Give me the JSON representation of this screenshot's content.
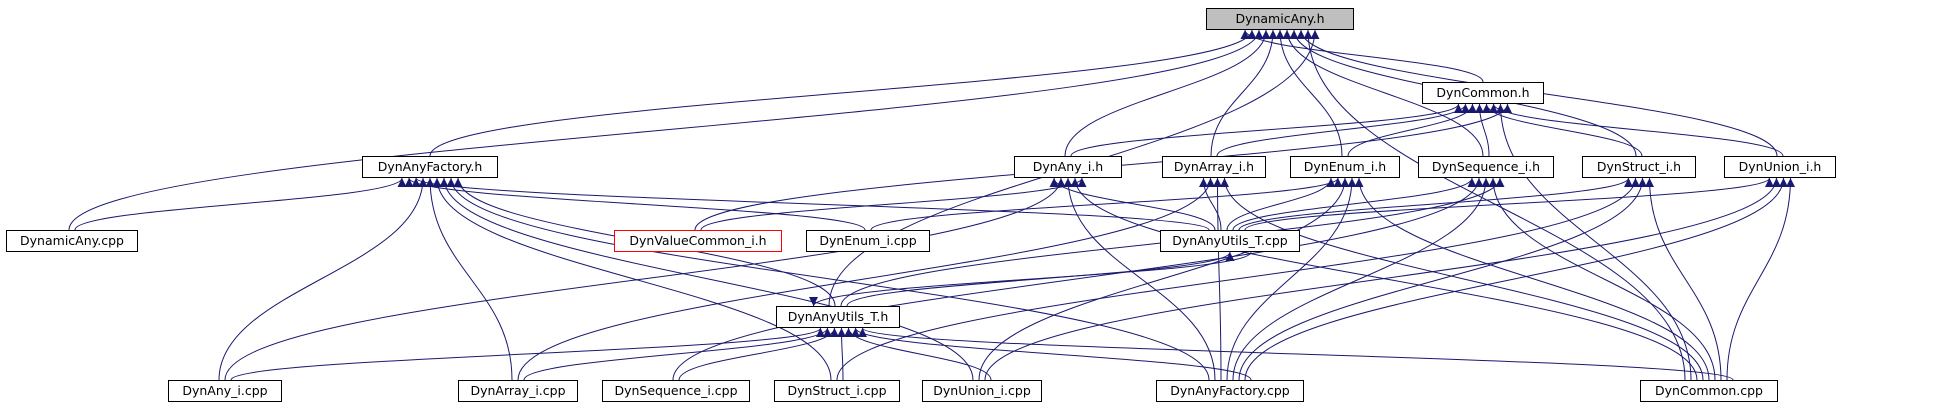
{
  "colors": {
    "edge": "#191970",
    "node_border": "#000000",
    "root_fill": "#bfbfbf",
    "incomplete_border": "#ff0000"
  },
  "nodes": [
    {
      "id": "dynamicany_h",
      "label": "DynamicAny.h",
      "root": true
    },
    {
      "id": "dyncommon_h",
      "label": "DynCommon.h"
    },
    {
      "id": "dynanyfactory_h",
      "label": "DynAnyFactory.h"
    },
    {
      "id": "dynany_i_h",
      "label": "DynAny_i.h"
    },
    {
      "id": "dynarray_i_h",
      "label": "DynArray_i.h"
    },
    {
      "id": "dynenum_i_h",
      "label": "DynEnum_i.h"
    },
    {
      "id": "dynsequence_i_h",
      "label": "DynSequence_i.h"
    },
    {
      "id": "dynstruct_i_h",
      "label": "DynStruct_i.h"
    },
    {
      "id": "dynunion_i_h",
      "label": "DynUnion_i.h"
    },
    {
      "id": "dynamicany_cpp",
      "label": "DynamicAny.cpp"
    },
    {
      "id": "dynvaluecommon_i_h",
      "label": "DynValueCommon_i.h",
      "incomplete": true
    },
    {
      "id": "dynenum_i_cpp",
      "label": "DynEnum_i.cpp"
    },
    {
      "id": "dynanyutils_t_cpp",
      "label": "DynAnyUtils_T.cpp"
    },
    {
      "id": "dynanyutils_t_h",
      "label": "DynAnyUtils_T.h"
    },
    {
      "id": "dynany_i_cpp",
      "label": "DynAny_i.cpp"
    },
    {
      "id": "dynarray_i_cpp",
      "label": "DynArray_i.cpp"
    },
    {
      "id": "dynsequence_i_cpp",
      "label": "DynSequence_i.cpp"
    },
    {
      "id": "dynstruct_i_cpp",
      "label": "DynStruct_i.cpp"
    },
    {
      "id": "dynunion_i_cpp",
      "label": "DynUnion_i.cpp"
    },
    {
      "id": "dynanyfactory_cpp",
      "label": "DynAnyFactory.cpp"
    },
    {
      "id": "dyncommon_cpp",
      "label": "DynCommon.cpp"
    }
  ],
  "edges": [
    [
      "dyncommon_h",
      "dynamicany_h"
    ],
    [
      "dynanyfactory_h",
      "dynamicany_h"
    ],
    [
      "dynamicany_cpp",
      "dynamicany_h"
    ],
    [
      "dynany_i_h",
      "dynamicany_h"
    ],
    [
      "dynarray_i_h",
      "dynamicany_h"
    ],
    [
      "dynenum_i_h",
      "dynamicany_h"
    ],
    [
      "dynsequence_i_h",
      "dynamicany_h"
    ],
    [
      "dynstruct_i_h",
      "dynamicany_h"
    ],
    [
      "dynunion_i_h",
      "dynamicany_h"
    ],
    [
      "dyncommon_cpp",
      "dynamicany_h"
    ],
    [
      "dynanyutils_t_h",
      "dynamicany_h"
    ],
    [
      "dynany_i_h",
      "dyncommon_h"
    ],
    [
      "dynarray_i_h",
      "dyncommon_h"
    ],
    [
      "dynenum_i_h",
      "dyncommon_h"
    ],
    [
      "dynsequence_i_h",
      "dyncommon_h"
    ],
    [
      "dynstruct_i_h",
      "dyncommon_h"
    ],
    [
      "dynunion_i_h",
      "dyncommon_h"
    ],
    [
      "dyncommon_cpp",
      "dyncommon_h"
    ],
    [
      "dynvaluecommon_i_h",
      "dyncommon_h"
    ],
    [
      "dynamicany_cpp",
      "dynanyfactory_h"
    ],
    [
      "dynenum_i_cpp",
      "dynanyfactory_h"
    ],
    [
      "dynanyutils_t_cpp",
      "dynanyfactory_h"
    ],
    [
      "dynany_i_cpp",
      "dynanyfactory_h"
    ],
    [
      "dynarray_i_cpp",
      "dynanyfactory_h"
    ],
    [
      "dynstruct_i_cpp",
      "dynanyfactory_h"
    ],
    [
      "dynunion_i_cpp",
      "dynanyfactory_h"
    ],
    [
      "dynanyfactory_cpp",
      "dynanyfactory_h"
    ],
    [
      "dynanyutils_t_h",
      "dynanyfactory_h"
    ],
    [
      "dynanyutils_t_cpp",
      "dynany_i_h"
    ],
    [
      "dynany_i_cpp",
      "dynany_i_h"
    ],
    [
      "dynanyfactory_cpp",
      "dynany_i_h"
    ],
    [
      "dyncommon_cpp",
      "dynany_i_h"
    ],
    [
      "dynvaluecommon_i_h",
      "dynany_i_h"
    ],
    [
      "dynanyutils_t_cpp",
      "dynarray_i_h"
    ],
    [
      "dynarray_i_cpp",
      "dynarray_i_h"
    ],
    [
      "dynanyfactory_cpp",
      "dynarray_i_h"
    ],
    [
      "dyncommon_cpp",
      "dynarray_i_h"
    ],
    [
      "dynanyutils_t_cpp",
      "dynenum_i_h"
    ],
    [
      "dynenum_i_cpp",
      "dynenum_i_h"
    ],
    [
      "dynunion_i_cpp",
      "dynenum_i_h"
    ],
    [
      "dynanyfactory_cpp",
      "dynenum_i_h"
    ],
    [
      "dyncommon_cpp",
      "dynenum_i_h"
    ],
    [
      "dynanyutils_t_cpp",
      "dynsequence_i_h"
    ],
    [
      "dynsequence_i_cpp",
      "dynsequence_i_h"
    ],
    [
      "dynanyfactory_cpp",
      "dynsequence_i_h"
    ],
    [
      "dyncommon_cpp",
      "dynsequence_i_h"
    ],
    [
      "dynanyutils_t_h",
      "dynsequence_i_h"
    ],
    [
      "dynanyutils_t_cpp",
      "dynstruct_i_h"
    ],
    [
      "dynstruct_i_cpp",
      "dynstruct_i_h"
    ],
    [
      "dynanyfactory_cpp",
      "dynstruct_i_h"
    ],
    [
      "dyncommon_cpp",
      "dynstruct_i_h"
    ],
    [
      "dynanyutils_t_cpp",
      "dynunion_i_h"
    ],
    [
      "dynunion_i_cpp",
      "dynunion_i_h"
    ],
    [
      "dynanyfactory_cpp",
      "dynunion_i_h"
    ],
    [
      "dyncommon_cpp",
      "dynunion_i_h"
    ],
    [
      "dynanyutils_t_h",
      "dynanyutils_t_cpp"
    ],
    [
      "dynanyutils_t_cpp",
      "dynanyutils_t_h"
    ],
    [
      "dynany_i_cpp",
      "dynanyutils_t_h"
    ],
    [
      "dynarray_i_cpp",
      "dynanyutils_t_h"
    ],
    [
      "dynsequence_i_cpp",
      "dynanyutils_t_h"
    ],
    [
      "dynstruct_i_cpp",
      "dynanyutils_t_h"
    ],
    [
      "dynunion_i_cpp",
      "dynanyutils_t_h"
    ],
    [
      "dynanyfactory_cpp",
      "dynanyutils_t_h"
    ],
    [
      "dyncommon_cpp",
      "dynanyutils_t_h"
    ]
  ]
}
